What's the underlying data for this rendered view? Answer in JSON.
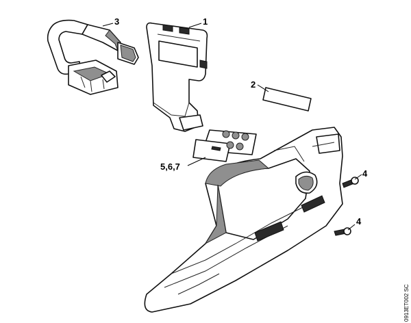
{
  "callouts": {
    "c1": "1",
    "c2": "2",
    "c3": "3",
    "c567": "5,6,7",
    "c4a": "4",
    "c4b": "4"
  },
  "drawing_code": "0913ET002 SC",
  "colors": {
    "line": "#111111",
    "shade": "#8f8f8f",
    "background": "#ffffff"
  }
}
